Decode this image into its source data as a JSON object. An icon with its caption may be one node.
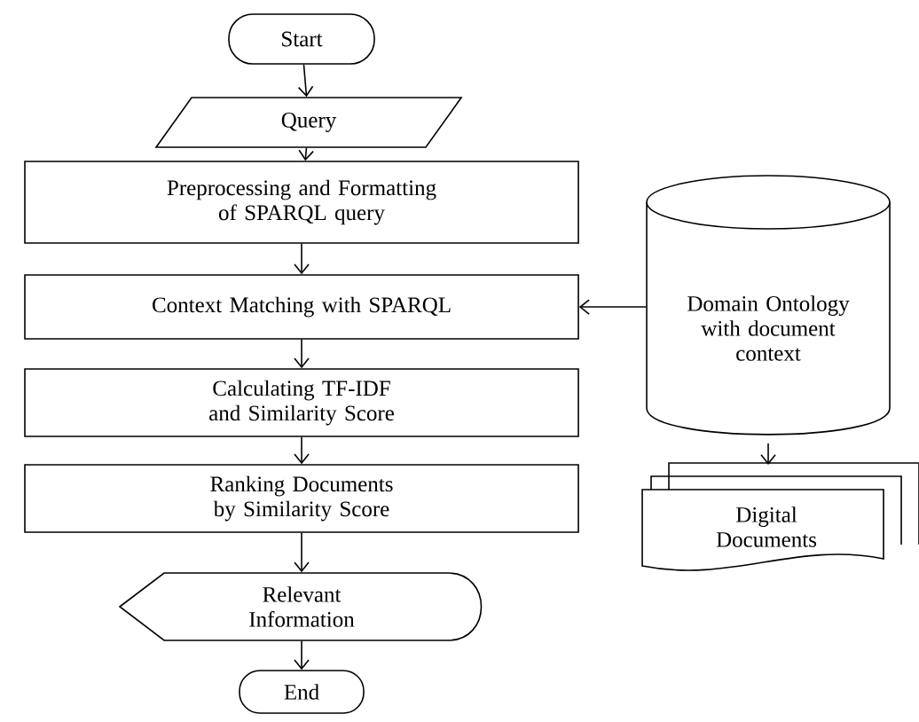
{
  "diagram": {
    "nodes": [
      {
        "text": [
          "Start"
        ]
      },
      {
        "text": [
          "Query"
        ]
      },
      {
        "text": [
          "Preprocessing and Formatting of SPARQL query"
        ]
      },
      {
        "text": [
          "Context Matching with SPARQL"
        ]
      },
      {
        "text": [
          "Calculating TF-IDF and Similarity Score"
        ]
      },
      {
        "text": [
          "Ranking Documents by Similarity Score"
        ]
      },
      {
        "text": [
          "Relevant Information"
        ]
      },
      {
        "text": [
          "End"
        ]
      },
      {
        "text": [
          "Domain Ontology with document context"
        ]
      },
      {
        "text": [
          "Digital Documents"
        ]
      }
    ],
    "edges": [
      {
        "from": 0,
        "to": 1,
        "arrow": "to"
      },
      {
        "from": 1,
        "to": 2,
        "arrow": "to"
      },
      {
        "from": 2,
        "to": 3,
        "arrow": "to"
      },
      {
        "from": 3,
        "to": 4,
        "arrow": "to"
      },
      {
        "from": 4,
        "to": 5,
        "arrow": "to"
      },
      {
        "from": 5,
        "to": 6,
        "arrow": "to"
      },
      {
        "from": 6,
        "to": 7,
        "arrow": "to"
      },
      {
        "from": 8,
        "to": 3,
        "arrow": "to"
      },
      {
        "from": 8,
        "to": 9,
        "arrow": "to"
      }
    ]
  }
}
